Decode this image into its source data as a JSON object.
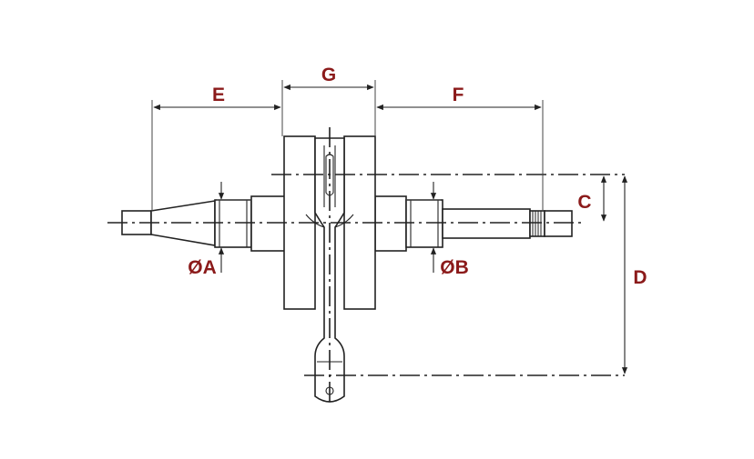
{
  "diagram": {
    "label_color": "#8b1a1a",
    "line_color": "#222222",
    "labels": {
      "dim_a": "ØA",
      "dim_b": "ØB",
      "dim_c": "C",
      "dim_d": "D",
      "dim_e": "E",
      "dim_f": "F",
      "dim_g": "G"
    }
  }
}
